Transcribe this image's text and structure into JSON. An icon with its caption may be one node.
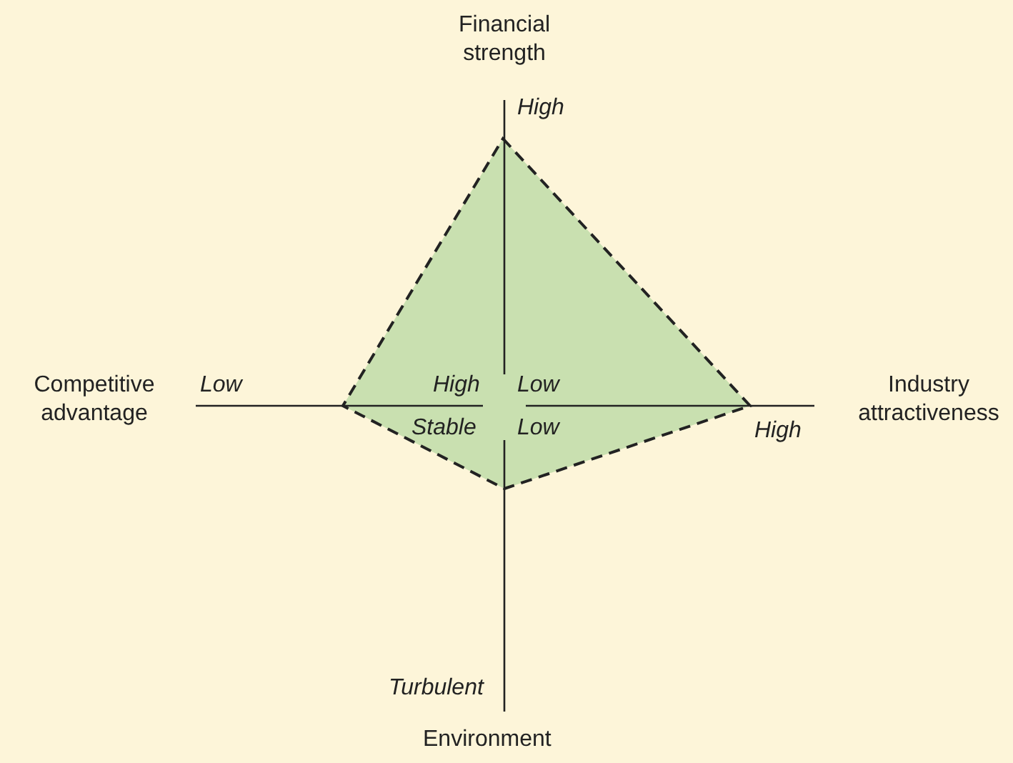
{
  "diagram": {
    "labels": [
      "Financial strength",
      "High",
      "Competitive advantage",
      "Low",
      "High",
      "Low",
      "Industry attractiveness",
      "Stable",
      "Low",
      "High",
      "Turbulent",
      "Environment"
    ]
  }
}
